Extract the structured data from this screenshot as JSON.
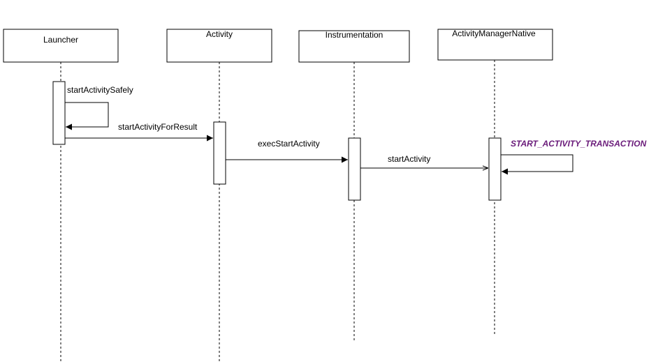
{
  "participants": [
    {
      "id": "launcher",
      "label": "Launcher"
    },
    {
      "id": "activity",
      "label": "Activity"
    },
    {
      "id": "instrumentation",
      "label": "Instrumentation"
    },
    {
      "id": "activity_manager_native",
      "label": "ActivityManagerNative"
    }
  ],
  "messages": [
    {
      "id": "start_activity_safely",
      "label": "startActivitySafely",
      "from": "Launcher",
      "to": "Launcher"
    },
    {
      "id": "start_activity_for_result",
      "label": "startActivityForResult",
      "from": "Launcher",
      "to": "Activity"
    },
    {
      "id": "exec_start_activity",
      "label": "execStartActivity",
      "from": "Activity",
      "to": "Instrumentation"
    },
    {
      "id": "start_activity",
      "label": "startActivity",
      "from": "Instrumentation",
      "to": "ActivityManagerNative"
    },
    {
      "id": "start_activity_transaction",
      "label": "START_ACTIVITY_TRANSACTION",
      "from": "ActivityManagerNative",
      "to": "ActivityManagerNative",
      "highlight_color": "#6a1b7a"
    }
  ]
}
